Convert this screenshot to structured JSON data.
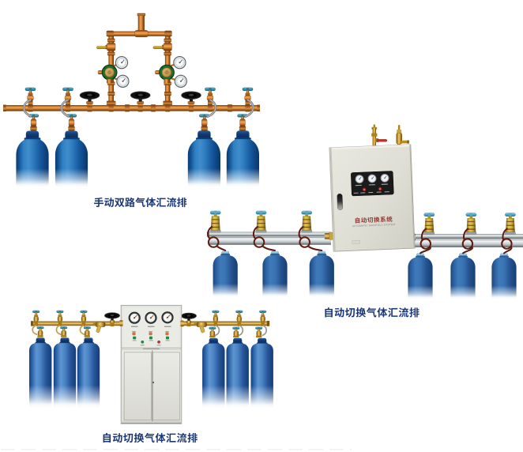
{
  "page": {
    "background": "#ffffff",
    "divider_color": "#d2d2d2"
  },
  "products": [
    {
      "id": "manual-dual-gas-manifold",
      "caption": "手动双路气体汇流排",
      "cylinder_count": 4,
      "handwheel_count": 3,
      "regulator_count": 2,
      "gauge_count": 4
    },
    {
      "id": "auto-switch-gas-manifold-wall-cabinet",
      "caption": "自动切换气体汇流排",
      "cylinder_count": 6,
      "cabinet_title": "自动切换系统",
      "cabinet_subtitle": "AUTOMATIC MANIFOLD SYSTEM",
      "panel_gauge_count": 3
    },
    {
      "id": "auto-switch-gas-manifold-floor-cabinet",
      "caption": "自动切换气体汇流排",
      "cylinder_count": 6,
      "panel_gauge_count": 3
    }
  ],
  "colors": {
    "caption_text": "#1a3776",
    "cabinet_title_red": "#9c3a32",
    "copper_pipe": "#c9782f",
    "gold_pipe": "#c89434",
    "aluminum_rail": "#ccd2d6",
    "cylinder_blue": "#2a62a8",
    "teal_valve_cap": "#4fb3d2",
    "regulator_green": "#1c6e2d",
    "hose_dark_red": "#5e1b10",
    "hose_gray": "#8e8e8e",
    "indicator_green": "#1e9149",
    "indicator_amber": "#e0772c",
    "indicator_red": "#c23434"
  }
}
